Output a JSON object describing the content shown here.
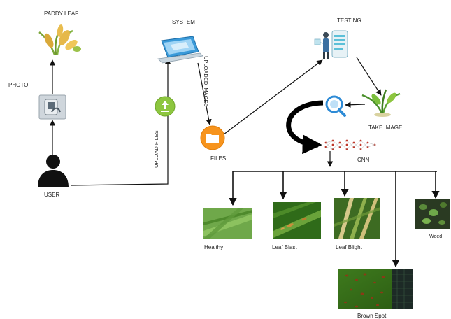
{
  "diagram": {
    "nodes": {
      "paddy_leaf": "PADDY LEAF",
      "photo": "PHOTO",
      "user": "USER",
      "system": "SYSTEM",
      "testing": "TESTING",
      "files": "FILES",
      "take_image": "TAKE IMAGE",
      "cnn": "CNN"
    },
    "edges": {
      "upload_files": "UPLOAD FILES",
      "uploaded_images": "UPLOADED IMAGES"
    },
    "classes": {
      "healthy": "Healthy",
      "leaf_blast": "Leaf Blast",
      "leaf_blight": "Leaf Blight",
      "weed": "Weed",
      "brown_spot": "Brown Spot"
    },
    "colors": {
      "upload_green": "#8dc63f",
      "files_orange": "#f7941d",
      "magnifier_blue": "#2e8bd6",
      "laptop_blue": "#3a9ad9"
    }
  }
}
